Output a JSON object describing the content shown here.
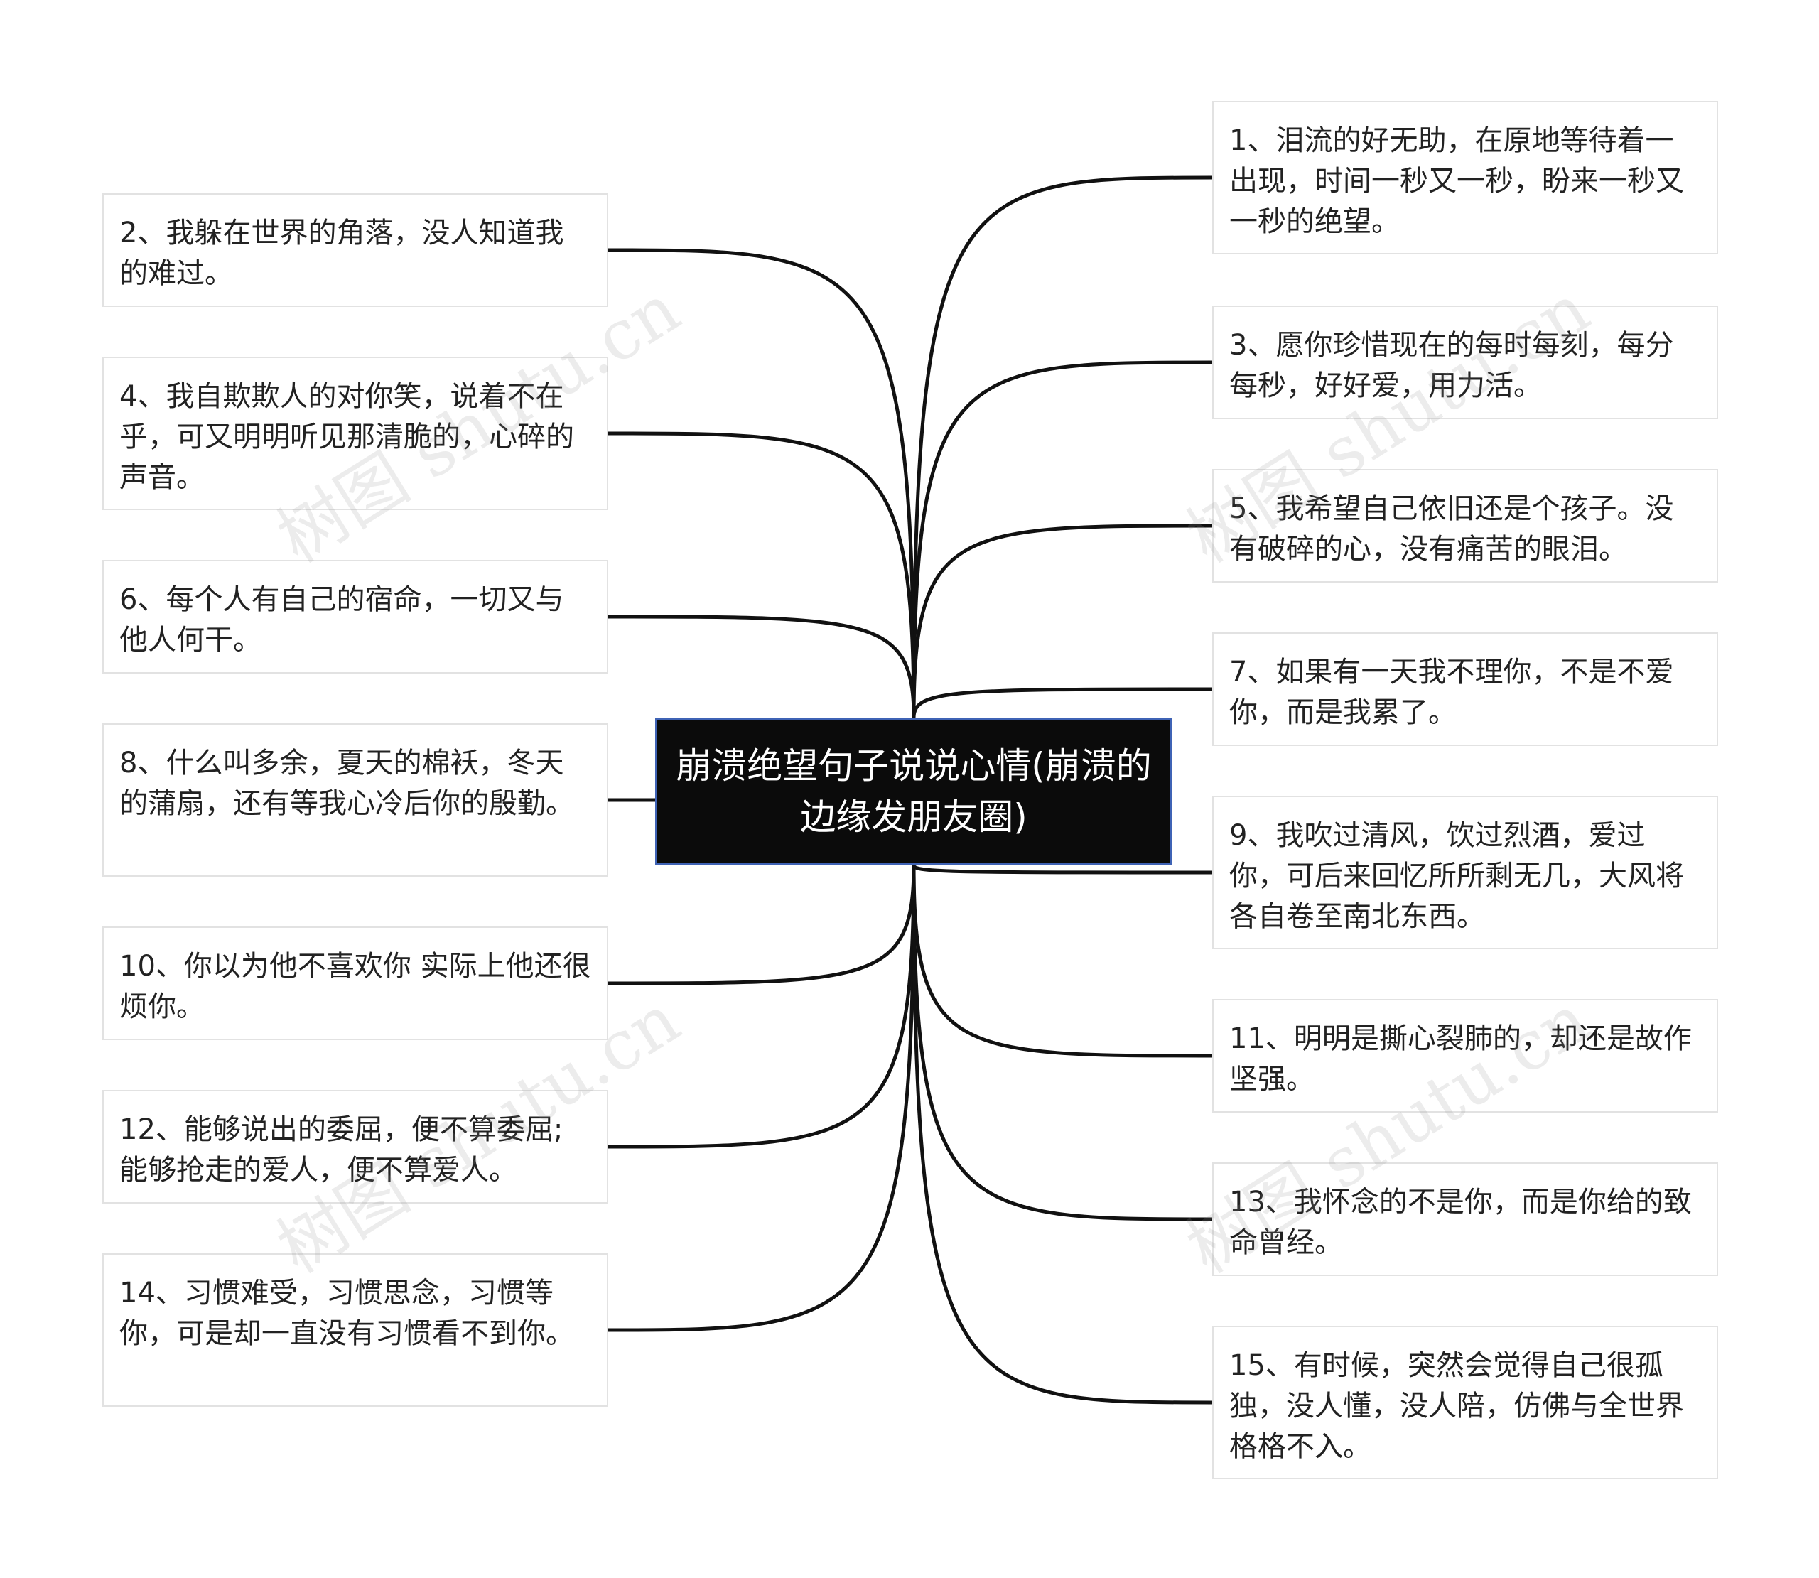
{
  "root": {
    "title": "崩溃绝望句子说说心情(崩溃的边缘发朋友圈)"
  },
  "nodes": [
    {
      "id": 1,
      "side": "right",
      "text": "1、泪流的好无助，在原地等待着一出现，时间一秒又一秒，盼来一秒又一秒的绝望。"
    },
    {
      "id": 2,
      "side": "left",
      "text": "2、我躲在世界的角落，没人知道我的难过。"
    },
    {
      "id": 3,
      "side": "right",
      "text": "3、愿你珍惜现在的每时每刻，每分每秒，好好爱，用力活。"
    },
    {
      "id": 4,
      "side": "left",
      "text": "4、我自欺欺人的对你笑，说着不在乎，可又明明听见那清脆的，心碎的声音。"
    },
    {
      "id": 5,
      "side": "right",
      "text": "5、我希望自己依旧还是个孩子。没有破碎的心，没有痛苦的眼泪。"
    },
    {
      "id": 6,
      "side": "left",
      "text": "6、每个人有自己的宿命，一切又与他人何干。"
    },
    {
      "id": 7,
      "side": "right",
      "text": "7、如果有一天我不理你，不是不爱你，而是我累了。"
    },
    {
      "id": 8,
      "side": "left",
      "text": "8、什么叫多余，夏天的棉袄，冬天的蒲扇，还有等我心冷后你的殷勤。"
    },
    {
      "id": 9,
      "side": "right",
      "text": "9、我吹过清风，饮过烈酒，爱过你，可后来回忆所所剩无几，大风将各自卷至南北东西。"
    },
    {
      "id": 10,
      "side": "left",
      "text": "10、你以为他不喜欢你 实际上他还很烦你。"
    },
    {
      "id": 11,
      "side": "right",
      "text": "11、明明是撕心裂肺的，却还是故作坚强。"
    },
    {
      "id": 12,
      "side": "left",
      "text": "12、能够说出的委屈，便不算委屈;能够抢走的爱人，便不算爱人。"
    },
    {
      "id": 13,
      "side": "right",
      "text": "13、我怀念的不是你，而是你给的致命曾经。"
    },
    {
      "id": 14,
      "side": "left",
      "text": "14、习惯难受，习惯思念，习惯等你，可是却一直没有习惯看不到你。"
    },
    {
      "id": 15,
      "side": "right",
      "text": "15、有时候，突然会觉得自己很孤独，没人懂，没人陪，仿佛与全世界格格不入。"
    }
  ],
  "watermark": "树图 shutu.cn",
  "colors": {
    "edge": "#111111",
    "root_bg": "#0b0b0b",
    "root_border": "#3f63b5",
    "node_border": "#e2e2e2"
  }
}
